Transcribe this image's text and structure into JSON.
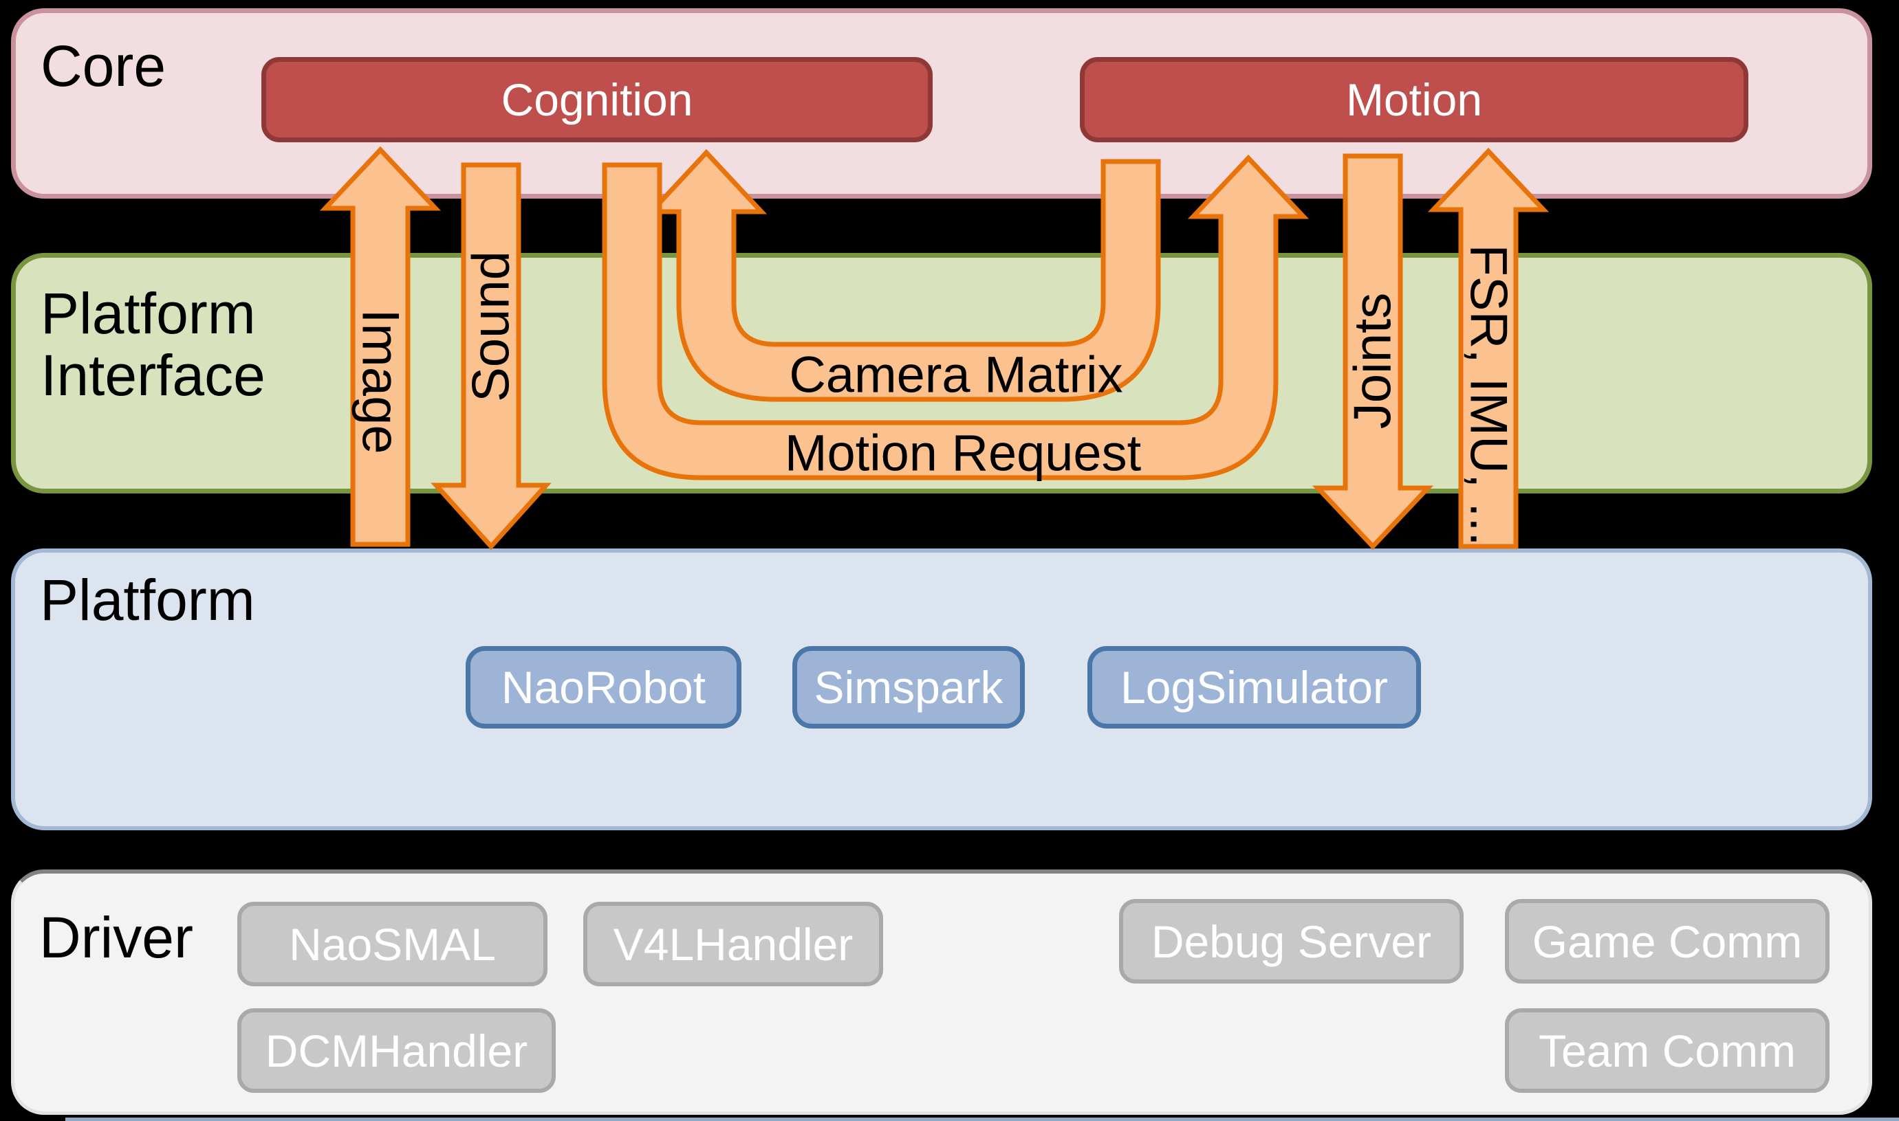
{
  "colors": {
    "background": "#000000",
    "core-band-fill": "#F2DEE1",
    "core-band-border": "#C9929D",
    "core-box-fill": "#BF4F4C",
    "core-box-border": "#8E3937",
    "interface-band-fill": "#D8E3BE",
    "interface-band-border": "#789540",
    "platform-band-fill": "#DCE4F0",
    "platform-band-border": "#A3B8D4",
    "platform-box-fill": "#9DB4D6",
    "platform-box-border": "#4A77A8",
    "driver-band-fill": "#F3F3F3",
    "driver-band-border": "#E2E2E2",
    "driver-band-border-top": "#828282",
    "driver-box-fill": "#C8C8C8",
    "driver-box-border": "#A9A9A9",
    "arrow-fill": "#FBC18E",
    "arrow-stroke": "#E8730A",
    "label-color": "#000000",
    "box-label-color": "#FFFFFF",
    "footer-line": "#8FA8C8"
  },
  "layers": {
    "core": {
      "label": "Core",
      "boxes": {
        "cognition": "Cognition",
        "motion": "Motion"
      }
    },
    "platform_interface": {
      "label_line1": "Platform",
      "label_line2": "Interface"
    },
    "platform": {
      "label": "Platform",
      "boxes": {
        "nao_robot": "NaoRobot",
        "simspark": "Simspark",
        "log_simulator": "LogSimulator"
      }
    },
    "driver": {
      "label": "Driver",
      "boxes": {
        "nao_smal": "NaoSMAL",
        "v4l_handler": "V4LHandler",
        "debug_server": "Debug Server",
        "game_comm": "Game Comm",
        "dcm_handler": "DCMHandler",
        "team_comm": "Team Comm"
      }
    }
  },
  "flows": {
    "image": {
      "label": "Image",
      "direction": "up"
    },
    "sound": {
      "label": "Sound",
      "direction": "down"
    },
    "camera_matrix": {
      "label": "Camera Matrix",
      "direction": "motion-to-cognition"
    },
    "motion_request": {
      "label": "Motion Request",
      "direction": "cognition-to-motion"
    },
    "joints": {
      "label": "Joints",
      "direction": "down"
    },
    "fsr_imu": {
      "label": "FSR, IMU, ...",
      "direction": "up"
    }
  }
}
